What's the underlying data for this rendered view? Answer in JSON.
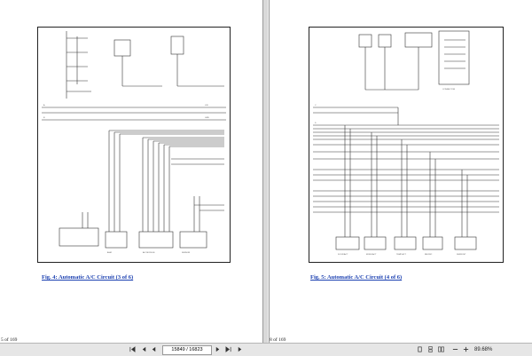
{
  "viewer": {
    "left_page": {
      "caption": "Fig. 4: Automatic A/C Circuit (3 of 6)",
      "page_label": "5 of 169"
    },
    "right_page": {
      "caption": "Fig. 5: Automatic A/C Circuit (4 of 6)",
      "page_label": "8 of 169"
    },
    "toolbar": {
      "page_field": "15849 / 16823",
      "zoom": "89.68%",
      "icons": [
        "first-page-icon",
        "prev-page-icon",
        "next-page-icon",
        "last-page-icon",
        "back-icon",
        "forward-icon",
        "single-page-icon",
        "continuous-icon",
        "two-page-icon",
        "zoom-out-icon",
        "zoom-in-icon"
      ]
    }
  }
}
